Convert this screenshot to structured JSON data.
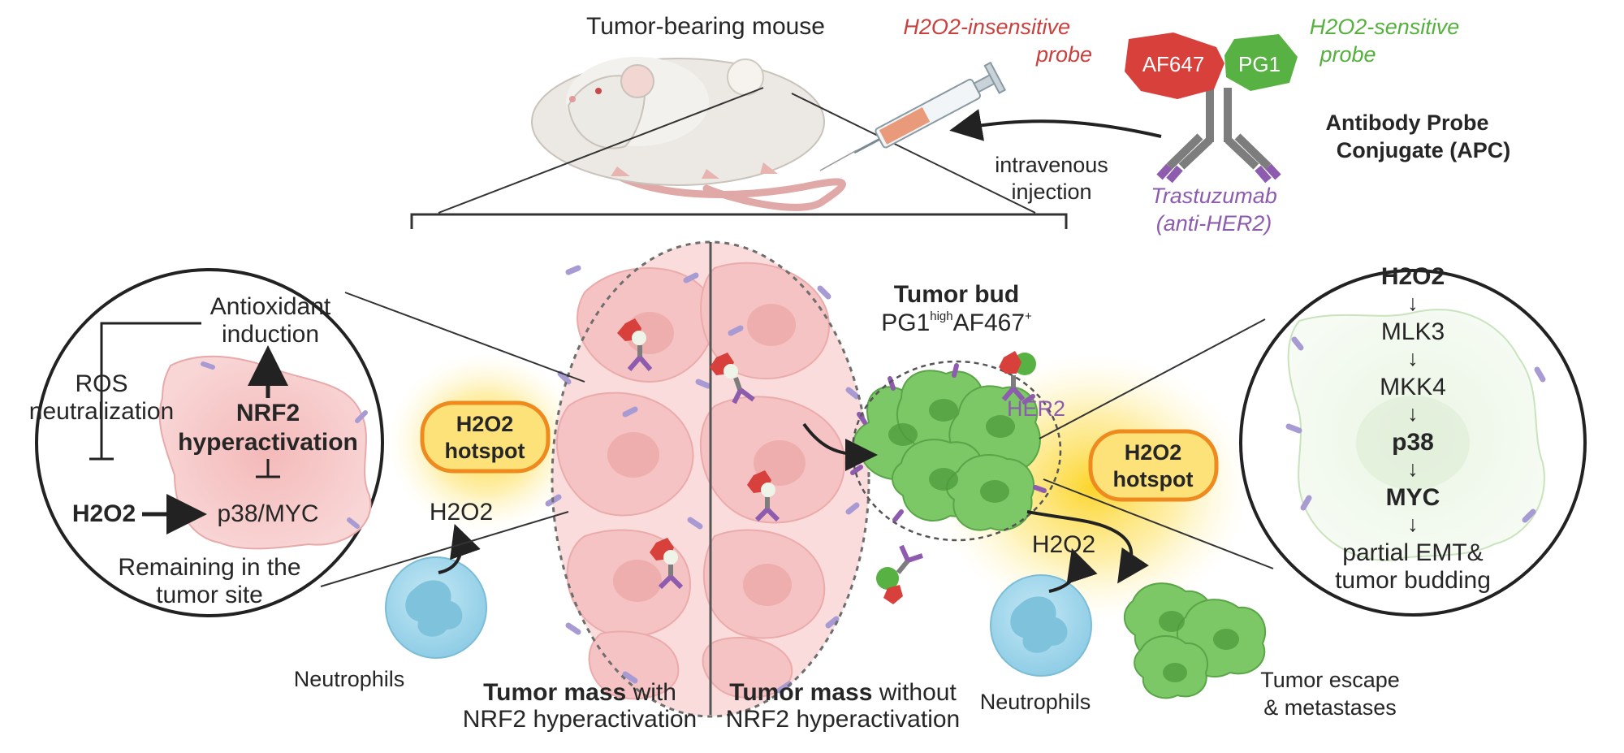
{
  "mouse": {
    "label": "Tumor-bearing mouse"
  },
  "probes": {
    "insensitive_line1": "H2O2-insensitive",
    "insensitive_line2": "probe",
    "sensitive_line1": "H2O2-sensitive",
    "sensitive_line2": "probe",
    "af647": "AF647",
    "pg1": "PG1"
  },
  "apc": {
    "line1": "Antibody Probe",
    "line2": "Conjugate (APC)",
    "antibody_line1": "Trastuzumab",
    "antibody_line2": "(anti-HER2)"
  },
  "injection": {
    "line1": "intravenous",
    "line2": "injection"
  },
  "left_circle": {
    "antioxidant_line1": "Antioxidant",
    "antioxidant_line2": "induction",
    "ros_line1": "ROS",
    "ros_line2": "neutralization",
    "nrf2_line1": "NRF2",
    "nrf2_line2": "hyperactivation",
    "h2o2": "H2O2",
    "p38myc": "p38/MYC",
    "remaining_line1": "Remaining in the",
    "remaining_line2": "tumor site"
  },
  "hotspot": {
    "line1": "H2O2",
    "line2": "hotspot"
  },
  "h2o2_label": "H2O2",
  "neutrophils": "Neutrophils",
  "tumor_mass_with": {
    "bold": "Tumor mass",
    "rest": " with",
    "line2": "NRF2 hyperactivation"
  },
  "tumor_mass_without": {
    "bold": "Tumor mass",
    "rest": " without",
    "line2": "NRF2 hyperactivation"
  },
  "tumor_bud": {
    "title": "Tumor bud",
    "pg1": "PG1",
    "high": "high",
    "af": "AF467",
    "plus": "+"
  },
  "her2": "HER2",
  "right_circle": {
    "steps": [
      "H2O2",
      "MLK3",
      "MKK4",
      "p38",
      "MYC"
    ],
    "bold_steps": [
      true,
      false,
      false,
      true,
      true
    ],
    "final_line1": "partial EMT&",
    "final_line2": "tumor budding",
    "arrow_glyph": "↓"
  },
  "escape": {
    "line1": "Tumor escape",
    "line2": "& metastases"
  },
  "colors": {
    "red_probe": "#d8403c",
    "green_probe": "#57b243",
    "antibody_purple": "#8e5cae",
    "hotspot_fill": "#fde27a",
    "hotspot_border": "#ef8a1f",
    "tumor_pink": "#f7c9c9",
    "bud_green": "#7cc766",
    "neutrophil_blue": "#a9dbee"
  }
}
